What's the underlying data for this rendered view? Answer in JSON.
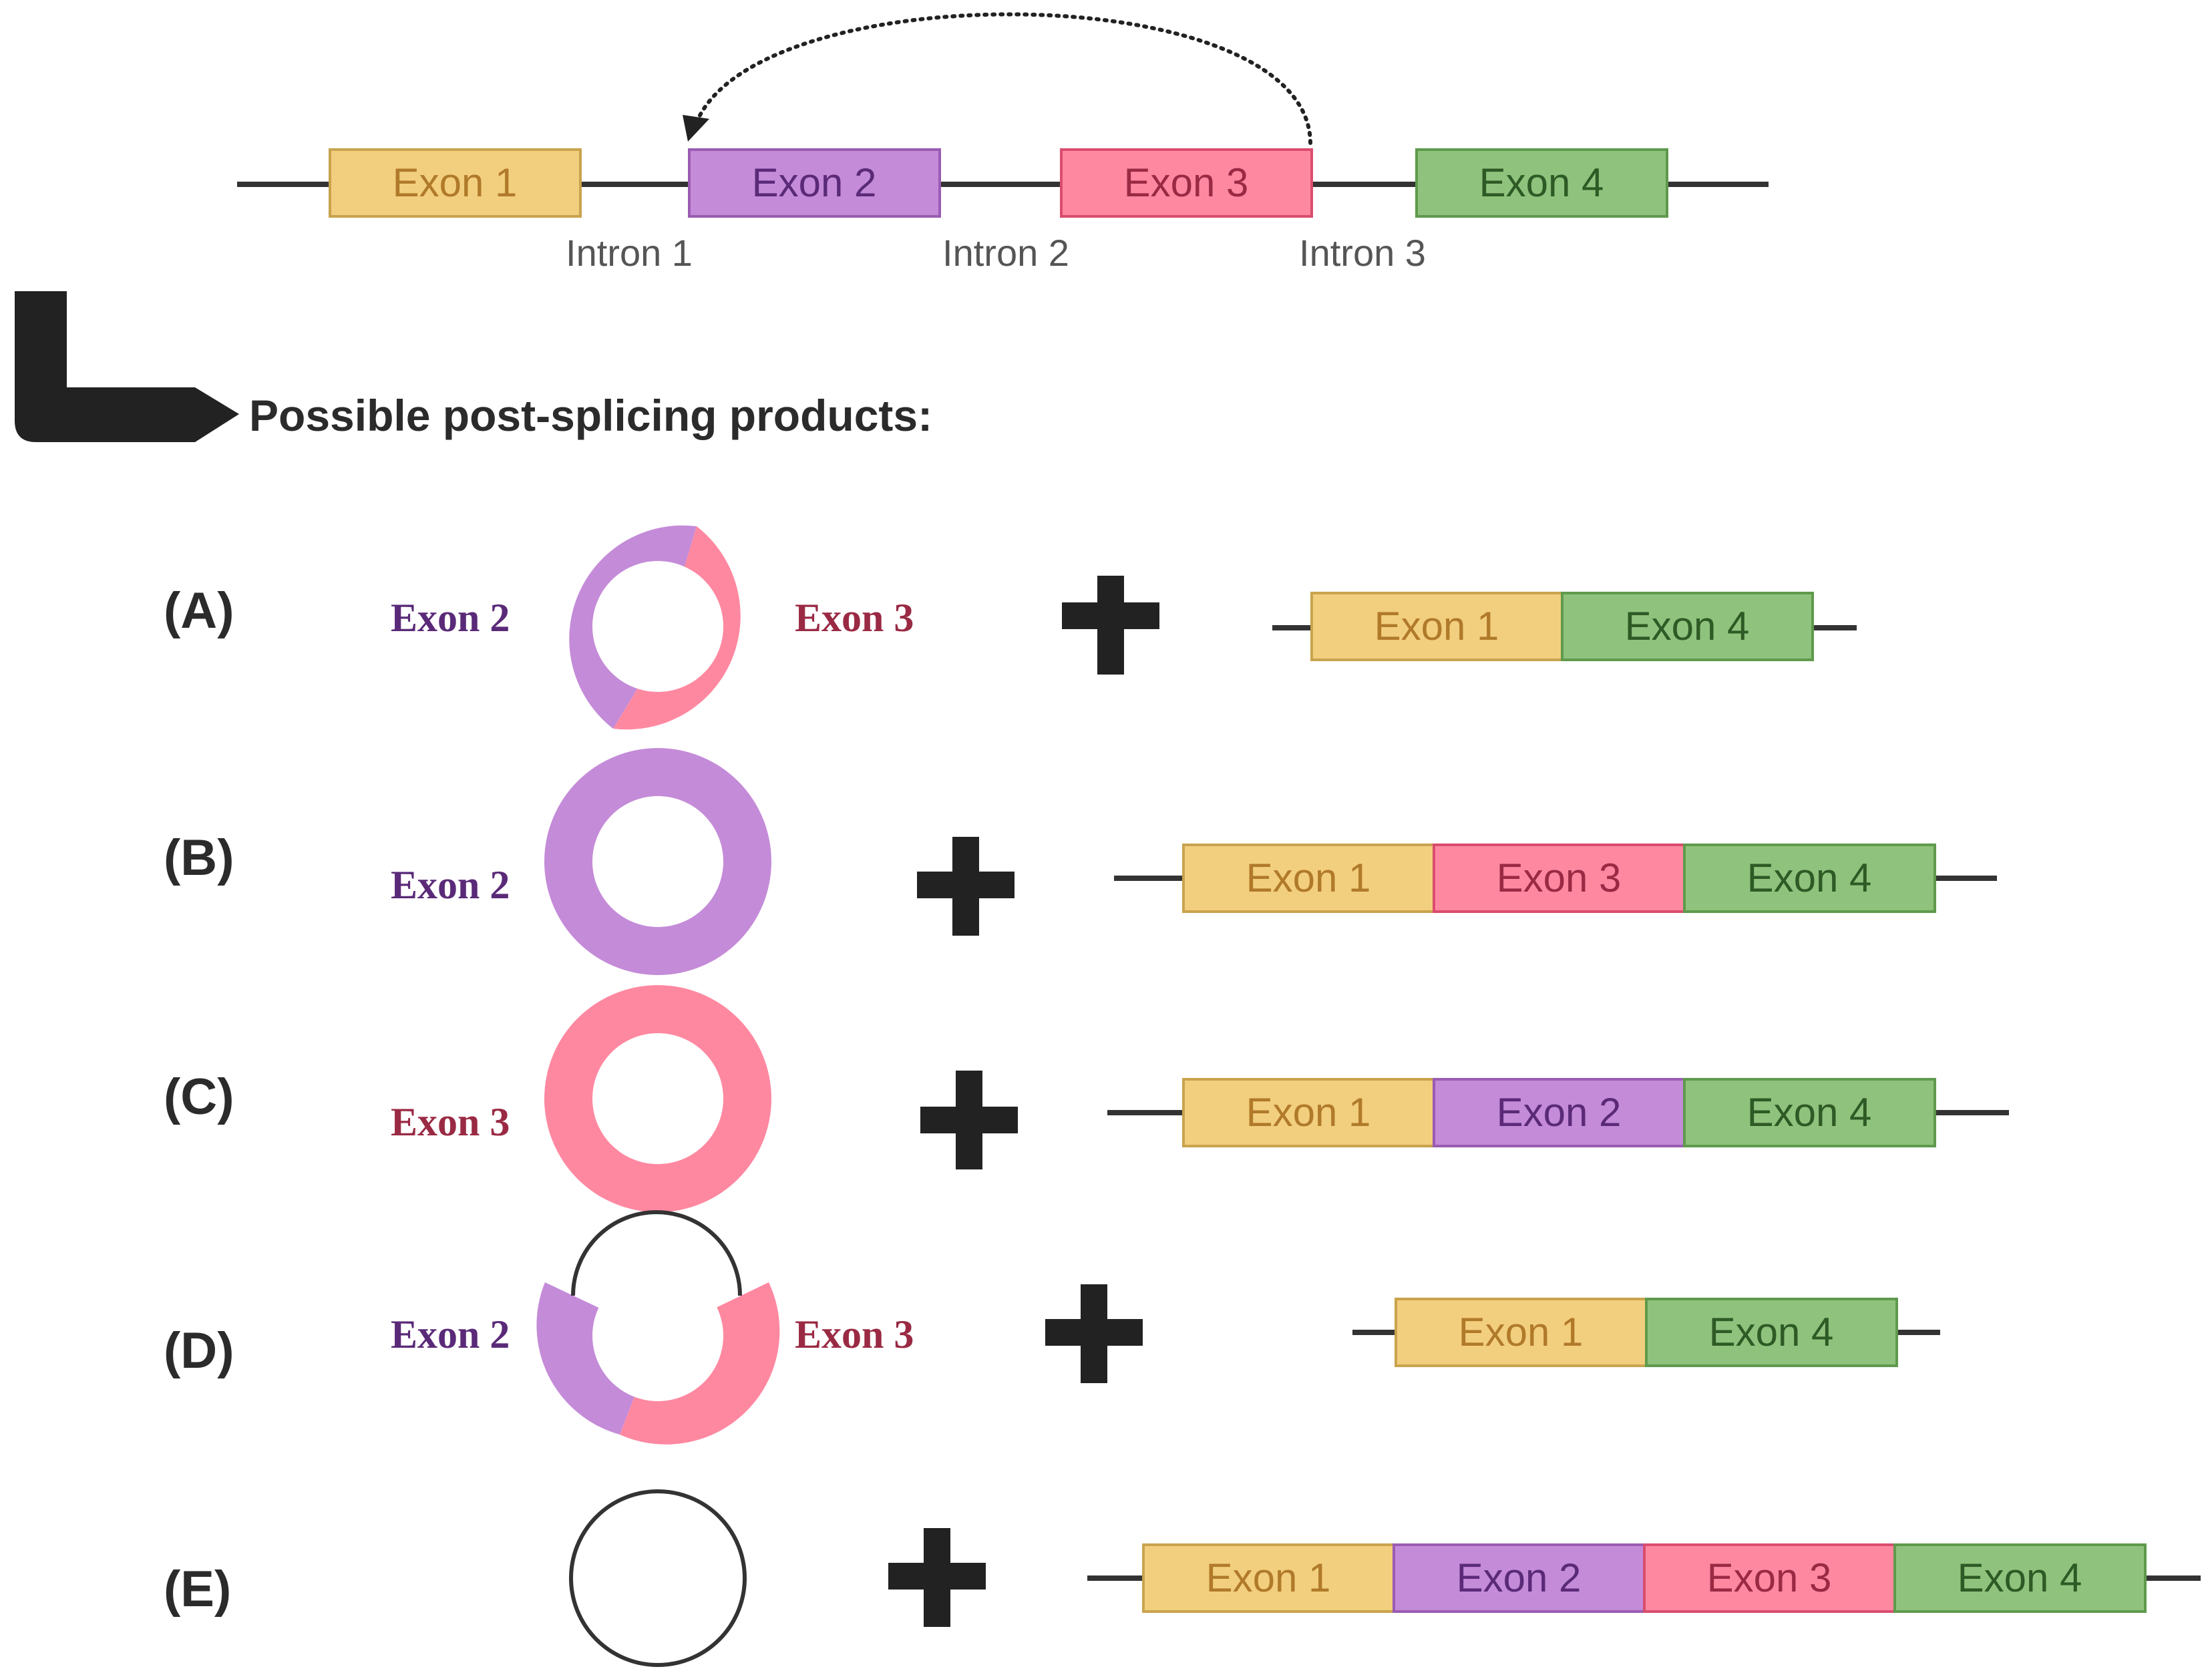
{
  "colors": {
    "exon1_fill": "#f2cf7e",
    "exon1_stroke": "#c9a34d",
    "exon1_text": "#b07a2a",
    "exon2_fill": "#c48bd8",
    "exon2_stroke": "#9a5cb2",
    "exon2_text": "#5a2a78",
    "exon3_fill": "#ff88a1",
    "exon3_stroke": "#d94d6e",
    "exon3_text": "#9a2a44",
    "exon4_fill": "#8fc37d",
    "exon4_stroke": "#5f9a4c",
    "exon4_text": "#2e5a25",
    "line": "#333333",
    "dark": "#222222"
  },
  "gene": {
    "exons": [
      "Exon 1",
      "Exon 2",
      "Exon 3",
      "Exon 4"
    ],
    "introns": [
      "Intron 1",
      "Intron 2",
      "Intron 3"
    ]
  },
  "products_title": "Possible post-splicing products:",
  "options": [
    {
      "label": "(A)",
      "ring_left": "Exon 2",
      "ring_right": "Exon 3",
      "linear": [
        "Exon 1",
        "Exon 4"
      ]
    },
    {
      "label": "(B)",
      "ring_left": "Exon 2",
      "ring_right": "",
      "linear": [
        "Exon 1",
        "Exon 3",
        "Exon 4"
      ]
    },
    {
      "label": "(C)",
      "ring_left": "Exon 3",
      "ring_right": "",
      "linear": [
        "Exon 1",
        "Exon 2",
        "Exon 4"
      ]
    },
    {
      "label": "(D)",
      "ring_left": "Exon 2",
      "ring_right": "Exon 3",
      "linear": [
        "Exon 1",
        "Exon 4"
      ]
    },
    {
      "label": "(E)",
      "ring_left": "",
      "ring_right": "",
      "linear": [
        "Exon 1",
        "Exon 2",
        "Exon 3",
        "Exon 4"
      ]
    }
  ]
}
